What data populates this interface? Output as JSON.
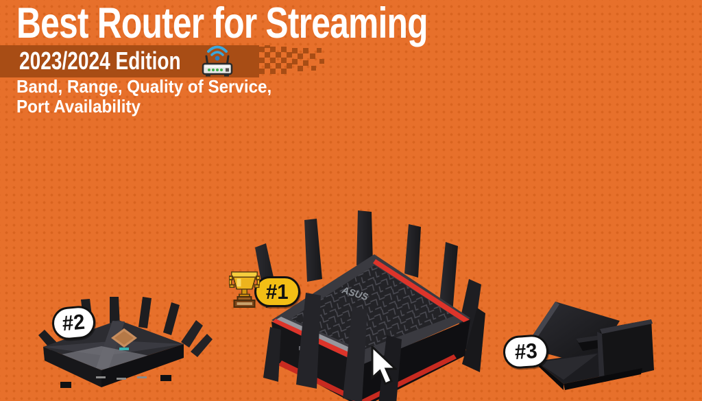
{
  "canvas": {
    "background_color": "#E7702B",
    "dot_color": "#D9641F"
  },
  "header": {
    "title": "Best Router for Streaming",
    "edition": {
      "label": "2023/2024 Edition",
      "band_color": "#A84D15",
      "icon": "pixel-router-wifi-icon"
    },
    "subtitle_line1": "Band, Range, Quality of Service,",
    "subtitle_line2": "Port Availability",
    "text_color": "#FFFFFF"
  },
  "badges": {
    "first": {
      "label": "#1",
      "background": "#F3BE15",
      "icon": "trophy-icon"
    },
    "second": {
      "label": "#2",
      "background": "#FFFFFF"
    },
    "third": {
      "label": "#3",
      "background": "#FFFFFF"
    }
  },
  "products": {
    "center_router_logo": "ASUS"
  },
  "cursor": {
    "icon": "arrow-cursor-icon"
  }
}
